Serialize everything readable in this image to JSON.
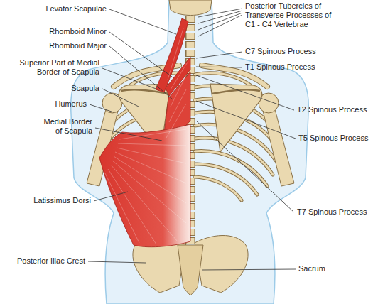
{
  "diagram": {
    "labels": [
      "Levator Scapulae",
      "Rhomboid Minor",
      "Rhomboid Major",
      "Superior Part of Medial Border of Scapula",
      "Scapula",
      "Humerus",
      "Medial Border of Scapula",
      "Latissimus Dorsi",
      "Posterior Iliac Crest",
      "Posterior Tubercles of Transverse Processes of C1 - C4 Vertebrae",
      "C7 Spinous Process",
      "T1 Spinous Process",
      "T2 Spinous Process",
      "T5 Spinous Process",
      "T7 Spinous Process",
      "Sacrum"
    ]
  }
}
